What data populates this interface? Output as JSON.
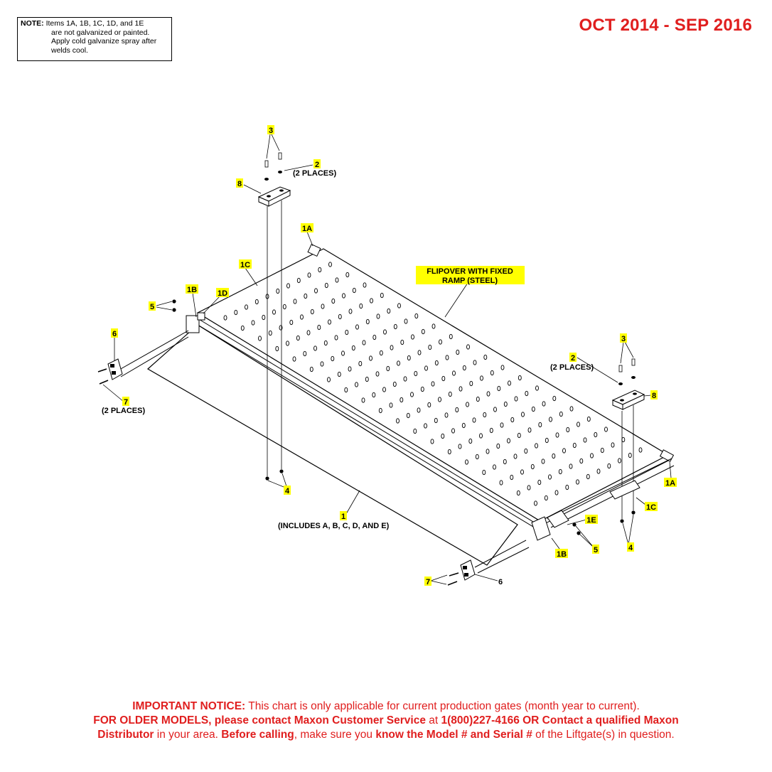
{
  "note": {
    "label": "NOTE:",
    "line1": "Items 1A, 1B, 1C, 1D, and 1E",
    "line2": "are not galvanized or painted.",
    "line3": "Apply cold galvanize spray after",
    "line4": "welds cool."
  },
  "date_range": "OCT 2014 - SEP 2016",
  "diagram": {
    "title_line1": "FLIPOVER WITH FIXED",
    "title_line2": "RAMP (STEEL)",
    "callouts": {
      "c3_top": "3",
      "c2_top": "2",
      "places_2_top": "(2 PLACES)",
      "c8_top": "8",
      "c1A_top": "1A",
      "c1C_top": "1C",
      "c1B_left": "1B",
      "c1D": "1D",
      "c5_left": "5",
      "c6_left": "6",
      "c7_left": "7",
      "places_7_left": "(2 PLACES)",
      "c4_mid": "4",
      "c1": "1",
      "includes": "(INCLUDES A, B, C, D, AND E)",
      "c3_right": "3",
      "c2_right": "2",
      "places_2_right": "(2 PLACES)",
      "c8_right": "8",
      "c1A_right": "1A",
      "c1C_right": "1C",
      "c1E": "1E",
      "c1B_bottom": "1B",
      "c5_bottom": "5",
      "c4_right": "4",
      "c7_bottom": "7",
      "c6_bottom": "6"
    },
    "highlight_color": "#ffff00"
  },
  "notice": {
    "p1_bold": "IMPORTANT NOTICE:",
    "p1_text": " This chart is only applicable for current production gates (month year to current).",
    "p2_bold1": "FOR OLDER MODELS, please contact Maxon Customer Service",
    "p2_text1": " at ",
    "p2_bold2": "1(800)227-4166 OR Contact a qualified Maxon Distributor",
    "p2_text2": " in your area. ",
    "p2_bold3": "Before calling",
    "p2_text3": ", make sure you ",
    "p2_bold4": "know the Model # and Serial #",
    "p2_text4": " of the Liftgate(s) in question."
  },
  "colors": {
    "accent": "#e01e1e"
  }
}
